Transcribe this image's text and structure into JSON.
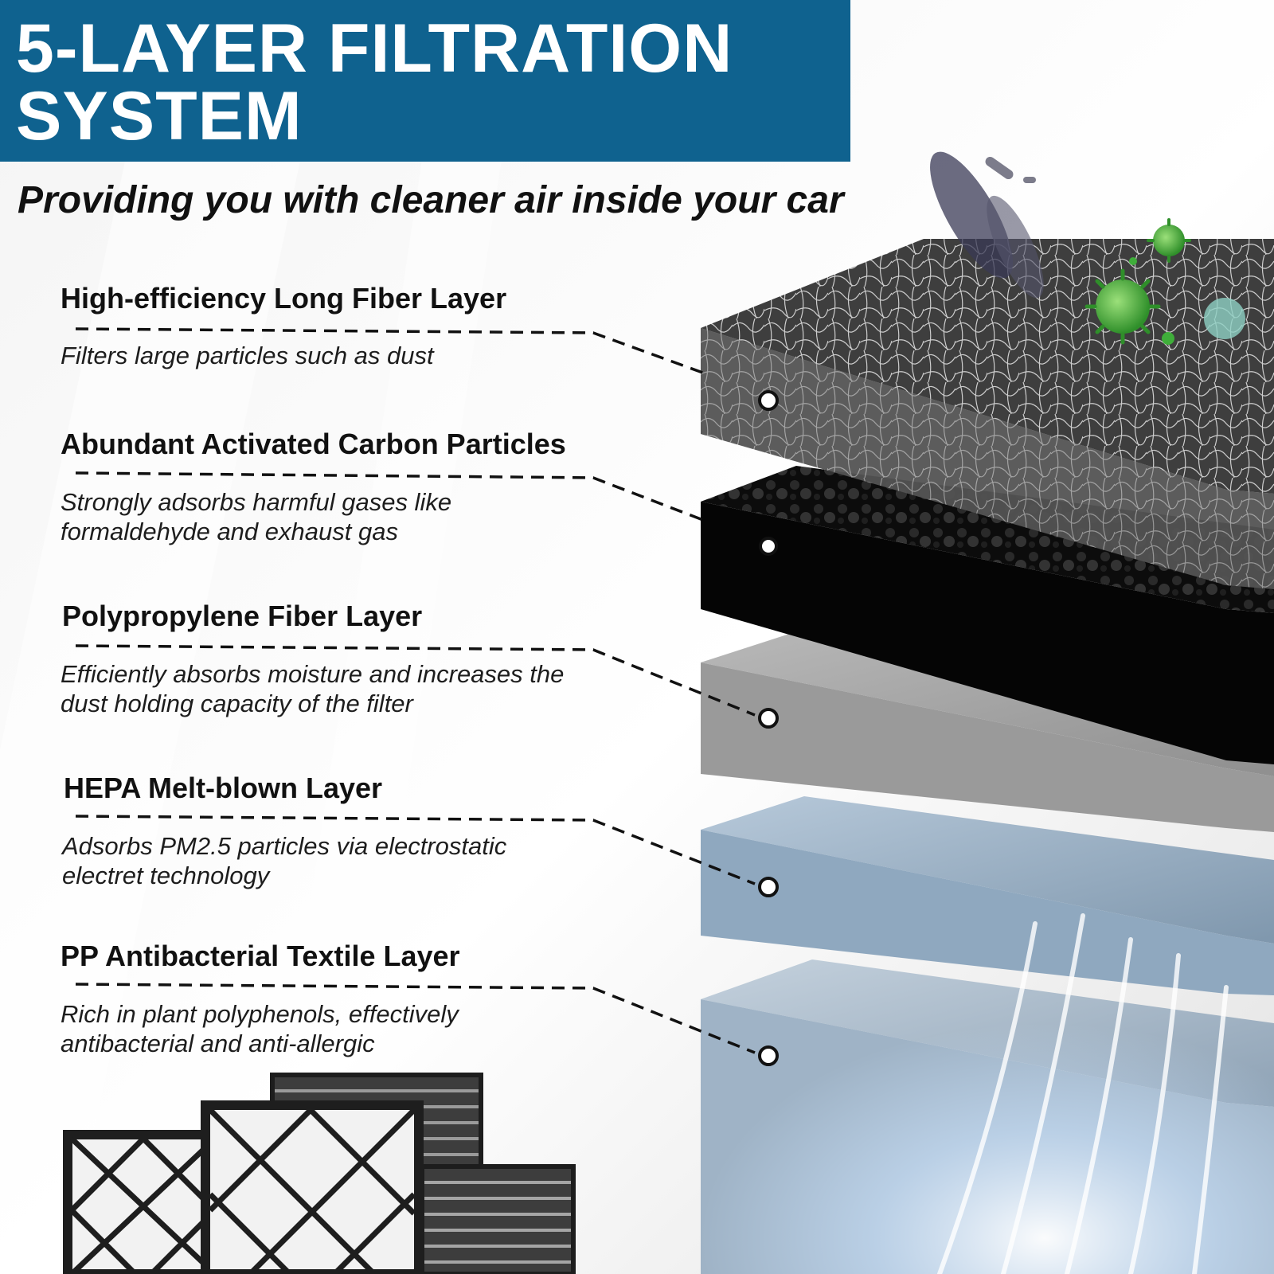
{
  "title": {
    "line1": "5-LAYER FILTRATION",
    "line2": "SYSTEM"
  },
  "subtitle": "Providing you with cleaner air inside your car",
  "layers": [
    {
      "title": "High-efficiency Long Fiber Layer",
      "desc": "Filters large particles such as dust"
    },
    {
      "title": "Abundant Activated Carbon Particles",
      "desc": "Strongly adsorbs harmful gases like formaldehyde and exhaust gas"
    },
    {
      "title": "Polypropylene Fiber Layer",
      "desc": "Efficiently absorbs moisture and increases the dust holding capacity of the filter"
    },
    {
      "title": "HEPA Melt-blown Layer",
      "desc": "Adsorbs PM2.5 particles via electrostatic electret technology"
    },
    {
      "title": "PP Antibacterial Textile Layer",
      "desc": "Rich in plant polyphenols, effectively antibacterial and anti-allergic"
    }
  ],
  "colors": {
    "banner": "#0f628f",
    "fiber_layer": "#5a5a5a",
    "carbon_layer": "#0a0a0a",
    "pp_layer": "#a9a9a9",
    "hepa_layer": "#9fb4c8",
    "textile_layer": "#aebfcf",
    "virus": "#3fae3a"
  }
}
